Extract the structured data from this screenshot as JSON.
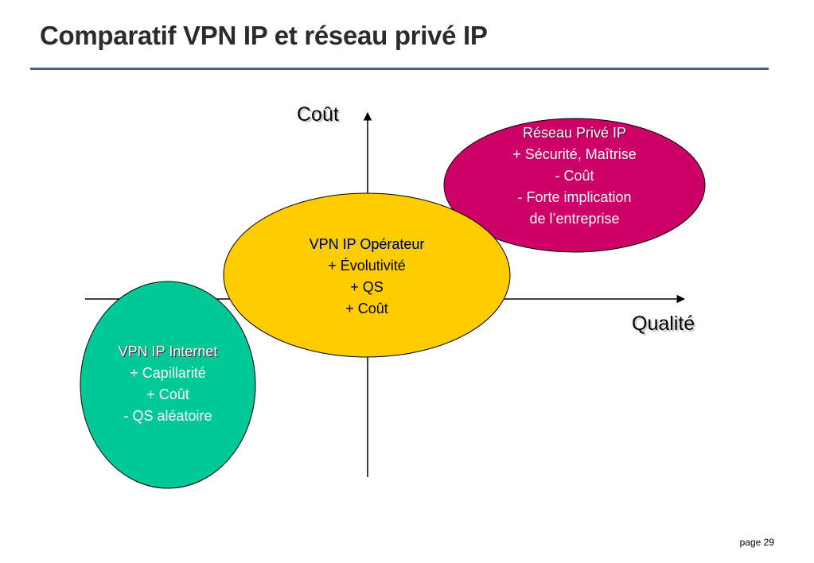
{
  "title": "Comparatif VPN IP et réseau privé IP",
  "axes": {
    "y_label": "Coût",
    "x_label": "Qualité"
  },
  "ellipses": {
    "internet": {
      "color": "#00c896",
      "lines": [
        "VPN IP Internet",
        "+ Capillarité",
        "+ Coût",
        "- QS aléatoire"
      ]
    },
    "operateur": {
      "color": "#ffcc00",
      "lines": [
        "VPN IP Opérateur",
        "+ Évolutivité",
        "+ QS",
        "+ Coût"
      ]
    },
    "prive": {
      "color": "#cc0066",
      "lines": [
        "Réseau Privé IP",
        "+ Sécurité, Maîtrise",
        "- Coût",
        "- Forte implication",
        "de l’entreprise"
      ]
    }
  },
  "footer": {
    "page": "page 29"
  }
}
